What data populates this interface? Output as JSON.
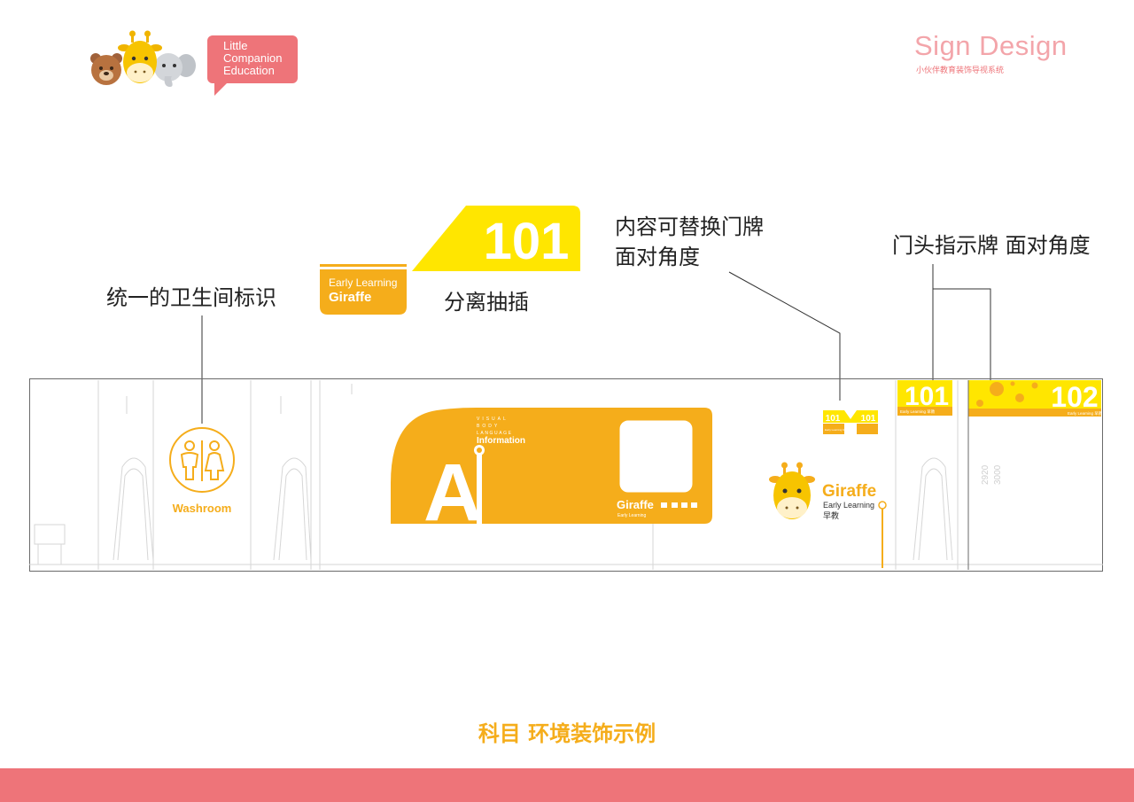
{
  "brand": {
    "line1": "Little",
    "line2": "Companion",
    "line3": "Education"
  },
  "header": {
    "title": "Sign Design",
    "subtitle": "小伙伴教育装饰导视系统"
  },
  "callouts": {
    "washroom_sign": "统一的卫生间标识",
    "insert": "分离抽插",
    "plate_line1": "内容可替换门牌",
    "plate_line2": "面对角度",
    "door_sign": "门头指示牌 面对角度"
  },
  "insert_sign": {
    "number": "101",
    "tag_line1": "Early Learning",
    "tag_line2": "Giraffe"
  },
  "wall": {
    "washroom_label": "Washroom",
    "info_label": "Information",
    "info_vertical_1": "VISUAL",
    "info_vertical_2": "BODY",
    "info_vertical_3": "LANGUAGE",
    "big_letter": "A",
    "panel_title": "Giraffe",
    "panel_sub": "Early Learning",
    "mini_plate_left": "101",
    "mini_plate_right": "101",
    "mini_plate_tag": "Early Learning Giraffe",
    "giraffe_title": "Giraffe",
    "giraffe_sub": "Early Learning",
    "giraffe_cn": "早教",
    "room1_number": "101",
    "room1_tag": "Early Learning 早教",
    "room2_number": "102",
    "room2_tag": "Early Learning 早教",
    "dim1": "2920",
    "dim2": "3000"
  },
  "caption": "科目 环境装饰示例",
  "colors": {
    "yellow": "#f5ad1b",
    "bright_yellow": "#ffe600",
    "pink": "#ee7479",
    "light_pink": "#f3a5aa"
  },
  "icons": [
    "bear-icon",
    "giraffe-icon",
    "elephant-icon",
    "washroom-icon",
    "giraffe-face-icon"
  ]
}
